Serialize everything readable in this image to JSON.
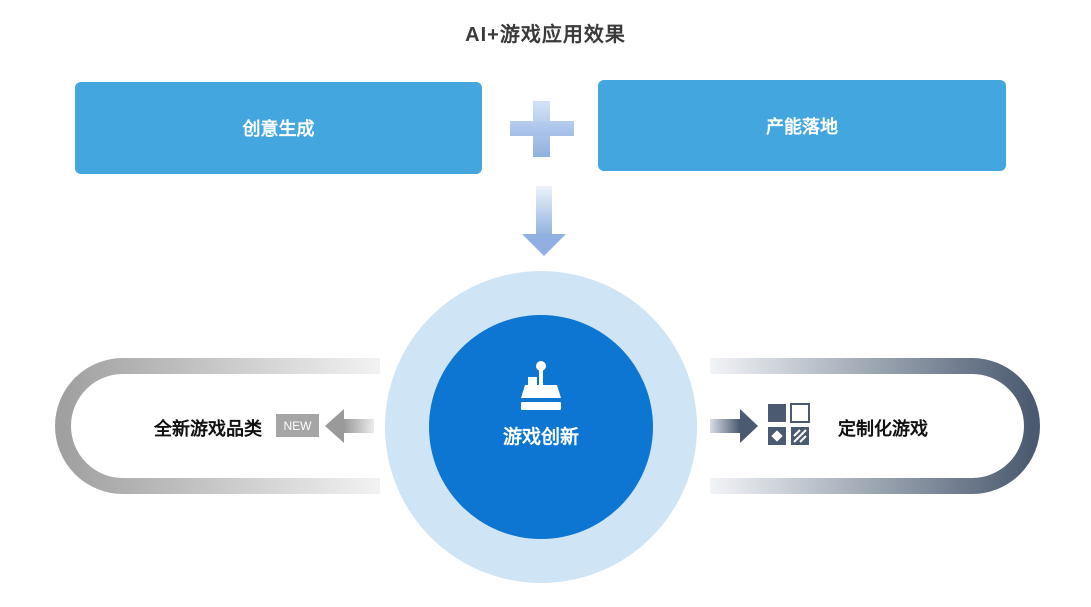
{
  "title": "AI+游戏应用效果",
  "top_left_box": "创意生成",
  "top_right_box": "产能落地",
  "center": "游戏创新",
  "left_branch": {
    "label": "全新游戏品类",
    "badge": "NEW"
  },
  "right_branch": {
    "label": "定制化游戏"
  },
  "icons": {
    "center": "joystick-icon",
    "right": "grid-blocks-icon",
    "plus": "plus-icon"
  },
  "colors": {
    "box": "#44a6df",
    "outer_ring": "#cfe4f5",
    "inner_circle": "#0c76d2",
    "left_loop": "#9c9c9c",
    "right_loop": "#4b5a70"
  }
}
